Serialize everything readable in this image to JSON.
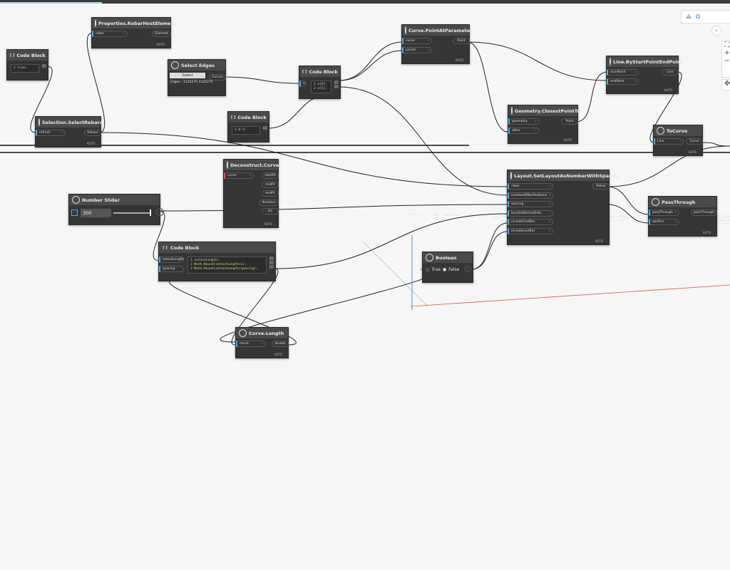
{
  "app": {
    "progress_percent": 14
  },
  "toolbar": {
    "geometry_view_icon": "geometry-view-icon",
    "graph_view_icon": "graph-view-icon",
    "back_icon": "chevron-left-icon",
    "zoom_fit": "⛶",
    "zoom_in": "+",
    "zoom_out": "−",
    "pan": "✥"
  },
  "colors": {
    "node_bg": "#353535",
    "header_bg": "#4a4a4a",
    "input_port": "#4fb0e6",
    "error_port": "#e05a5a",
    "canvas": "#f6f6f6"
  },
  "nodes": [
    {
      "id": "rebarhost",
      "title": "Properties.RebarHostElement",
      "inputs": [
        "rebar"
      ],
      "outputs": [
        "Element"
      ],
      "auto": "AUTO"
    },
    {
      "id": "cb1",
      "title": "Code Block",
      "code": [
        "1 true;"
      ]
    },
    {
      "id": "selrebars",
      "title": "Selection.SelectRebars",
      "inputs": [
        "refresh"
      ],
      "outputs": [
        "Rebars"
      ],
      "auto": "AUTO"
    },
    {
      "id": "seledges",
      "title": "Select Edges",
      "button": "Select",
      "info": "Edges : 1125275 1125275",
      "outputs": [
        "Curves"
      ]
    },
    {
      "id": "cb2",
      "title": "Code Block",
      "inputs": [
        "a"
      ],
      "code": [
        "1 a[0];",
        "2 a[1];"
      ]
    },
    {
      "id": "cb3",
      "title": "Code Block",
      "code": [
        "1 0.5;"
      ]
    },
    {
      "id": "pap",
      "title": "Curve.PointAtParameter",
      "inputs": [
        "curve",
        "param"
      ],
      "outputs": [
        "Point"
      ],
      "auto": "AUTO"
    },
    {
      "id": "line",
      "title": "Line.ByStartPointEndPoint",
      "inputs": [
        "startPoint",
        "endPoint"
      ],
      "outputs": [
        "Line"
      ],
      "auto": "AUTO"
    },
    {
      "id": "closest",
      "title": "Geometry.ClosestPointTo",
      "inputs": [
        "geometry",
        "other"
      ],
      "outputs": [
        "Point"
      ],
      "auto": "AUTO"
    },
    {
      "id": "tocurve",
      "title": "ToCurve",
      "inputs": [
        "Line"
      ],
      "outputs": [
        "Curve"
      ],
      "auto": "AUTO"
    },
    {
      "id": "decon",
      "title": "Deconstruct.Curve",
      "inputs": [
        "curve"
      ],
      "outputs": [
        "startPt",
        "midPt",
        "endPt",
        "direction",
        "len"
      ],
      "auto": "AUTO"
    },
    {
      "id": "slider",
      "title": "Number Slider",
      "value": "300",
      "slider_fraction": 1.0
    },
    {
      "id": "cb4",
      "title": "Code Block",
      "inputs": [
        "setoutLength",
        "spacing"
      ],
      "code": [
        "1 setoutLength;",
        "2 Math.Round(setoutLength+1);",
        "3 Math.Round(setoutLength/spacing);"
      ]
    },
    {
      "id": "layout",
      "title": "Layout.SetLayoutAsNumberWithSpacing",
      "inputs": [
        "rebar",
        "numberOfBarPositions",
        "spacing",
        "barsOnNormalSide",
        "includeFirstBar",
        "includeLastBar"
      ],
      "outputs": [
        "Rebar"
      ],
      "auto": "AUTO"
    },
    {
      "id": "pass",
      "title": "PassThrough",
      "inputs": [
        "passThrough",
        "waitFor"
      ],
      "outputs": [
        "passThrough"
      ],
      "auto": "AUTO"
    },
    {
      "id": "bool",
      "title": "Boolean",
      "true_label": "True",
      "false_label": "False",
      "selected": "False"
    },
    {
      "id": "clen",
      "title": "Curve.Length",
      "inputs": [
        "curve"
      ],
      "outputs": [
        "double"
      ],
      "auto": "AUTO"
    }
  ]
}
